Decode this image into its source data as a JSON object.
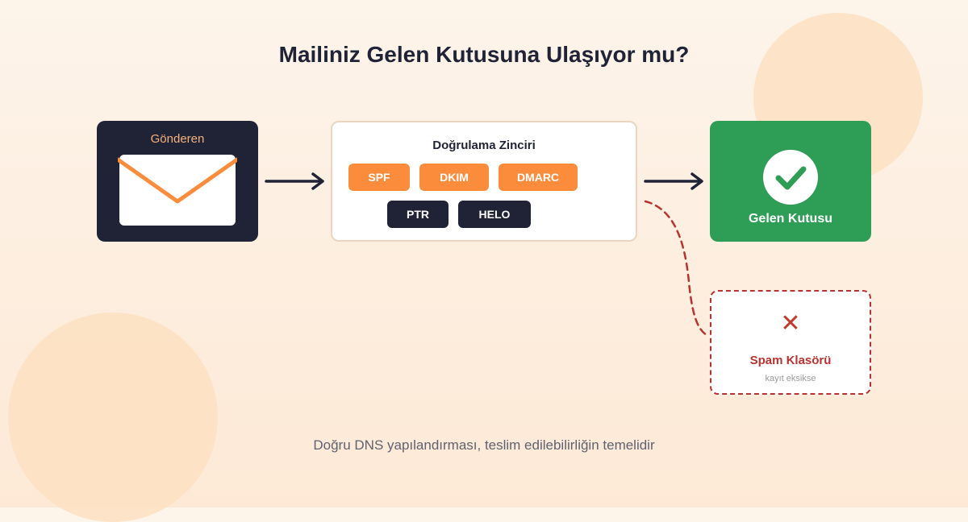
{
  "title": "Mailiniz Gelen Kutusuna Ulaşıyor mu?",
  "sender": {
    "label": "Gönderen",
    "icon": "envelope-icon"
  },
  "chain": {
    "title": "Doğrulama Zinciri",
    "badges": [
      "SPF",
      "DKIM",
      "DMARC",
      "PTR",
      "HELO"
    ]
  },
  "inbox": {
    "label": "Gelen Kutusu",
    "icon": "check-icon"
  },
  "spam": {
    "icon": "x-icon",
    "title": "Spam Klasörü",
    "subtitle": "kayıt eksikse"
  },
  "footer": "Doğru DNS yapılandırması, teslim edilebilirliğin temelidir",
  "colors": {
    "dark": "#1f2335",
    "accent_orange": "#fa8c3c",
    "success_green": "#2e9e57",
    "danger_red": "#b8322f",
    "background": "#fdf4ea"
  }
}
